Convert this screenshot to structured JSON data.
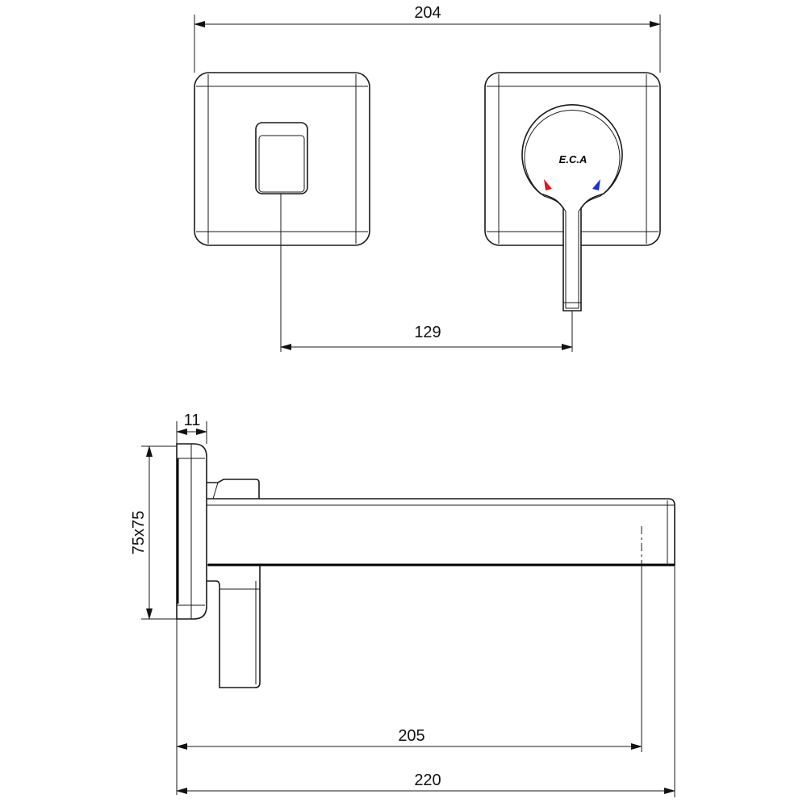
{
  "dimensions": {
    "overall_width_top": "204",
    "handle_offset": "129",
    "plate_depth": "11",
    "plate_size": "75x75",
    "spout_reach_outlet": "205",
    "spout_length": "220"
  },
  "logo": {
    "text": "E.C.A"
  },
  "colors": {
    "hot": "#e0141e",
    "cold": "#1a2ed8",
    "line": "#1a1a1a"
  }
}
